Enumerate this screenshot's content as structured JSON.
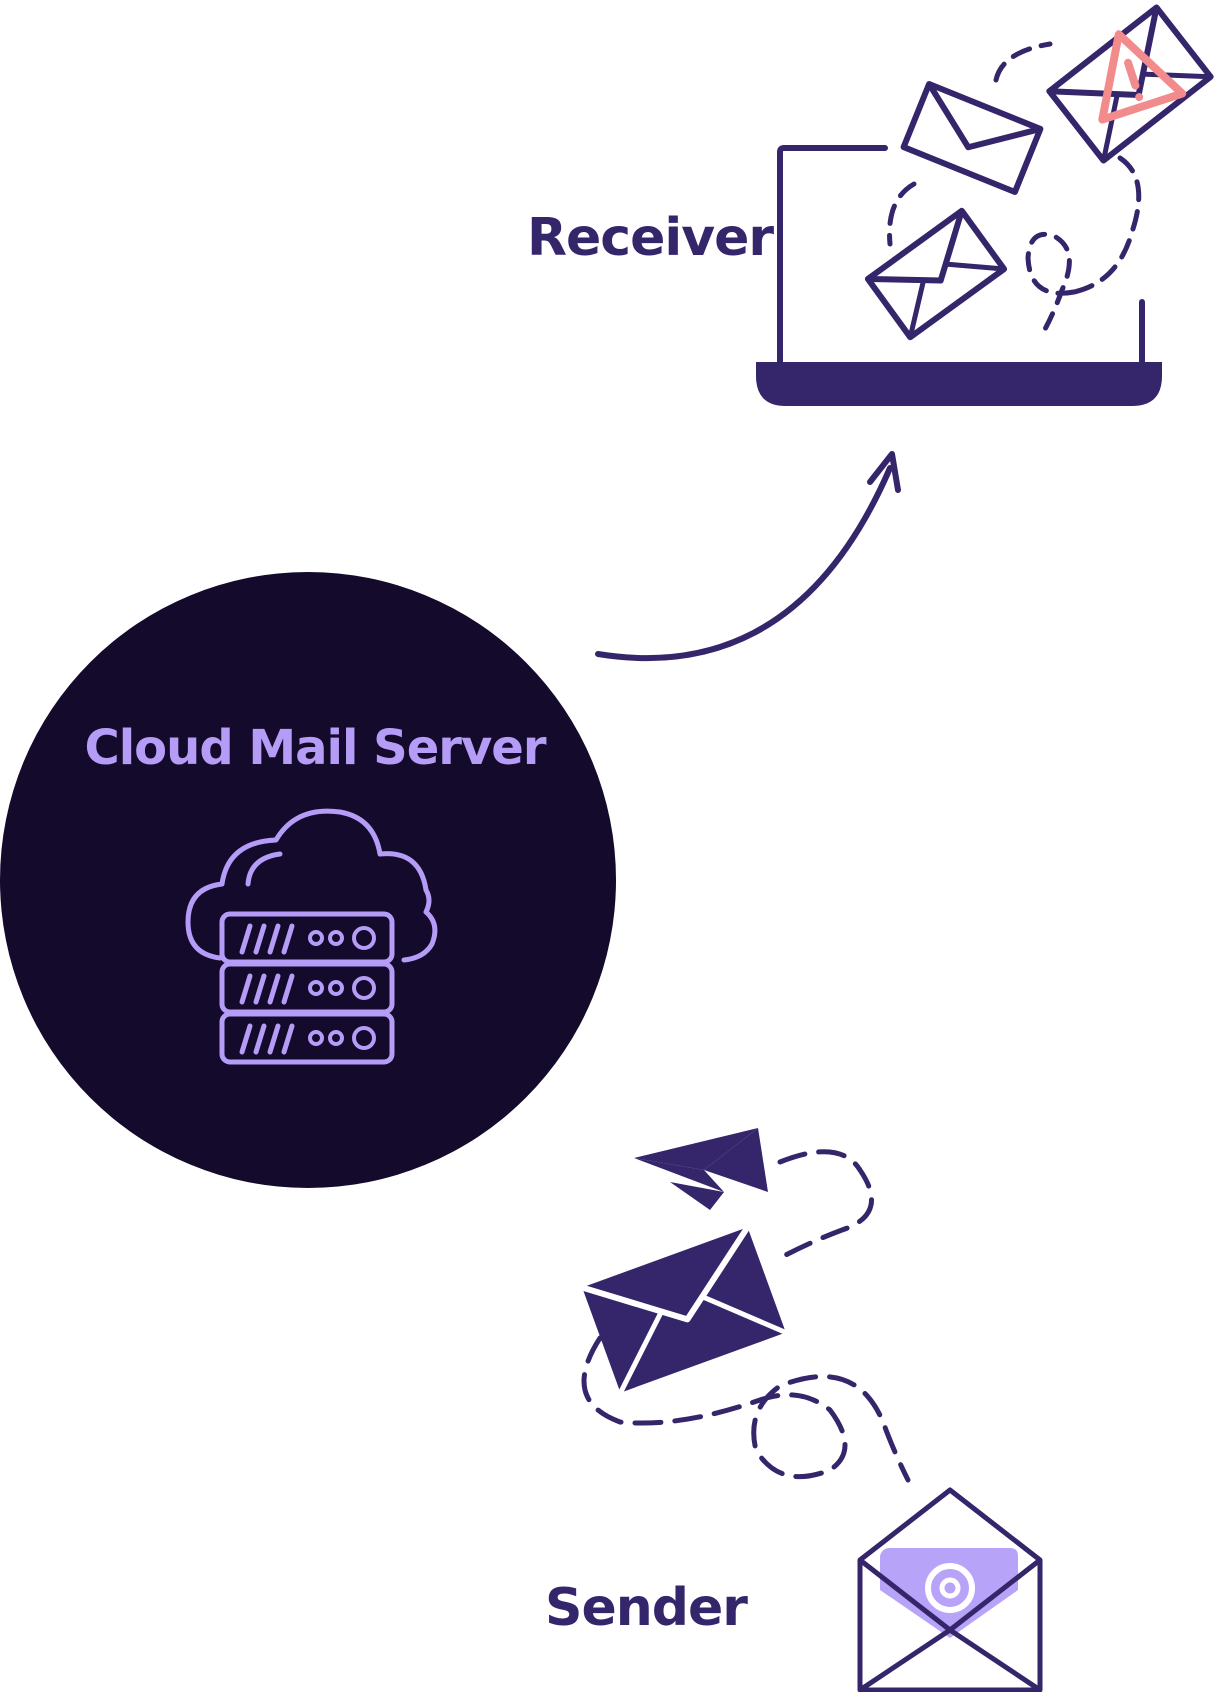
{
  "labels": {
    "receiver": "Receiver",
    "server": "Cloud Mail Server",
    "sender": "Sender"
  },
  "colors": {
    "ink": "#35256a",
    "server_bg": "#140a2c",
    "server_accent": "#b59cf7",
    "warning": "#f28b8b",
    "sender_paper": "#b7a3f8"
  },
  "icons": {
    "receiver": [
      "laptop-icon",
      "envelope-icon",
      "envelope-icon",
      "envelope-warning-icon"
    ],
    "server": [
      "cloud-server-icon"
    ],
    "sender": [
      "paper-plane-icon",
      "envelope-icon",
      "open-envelope-at-icon"
    ]
  }
}
